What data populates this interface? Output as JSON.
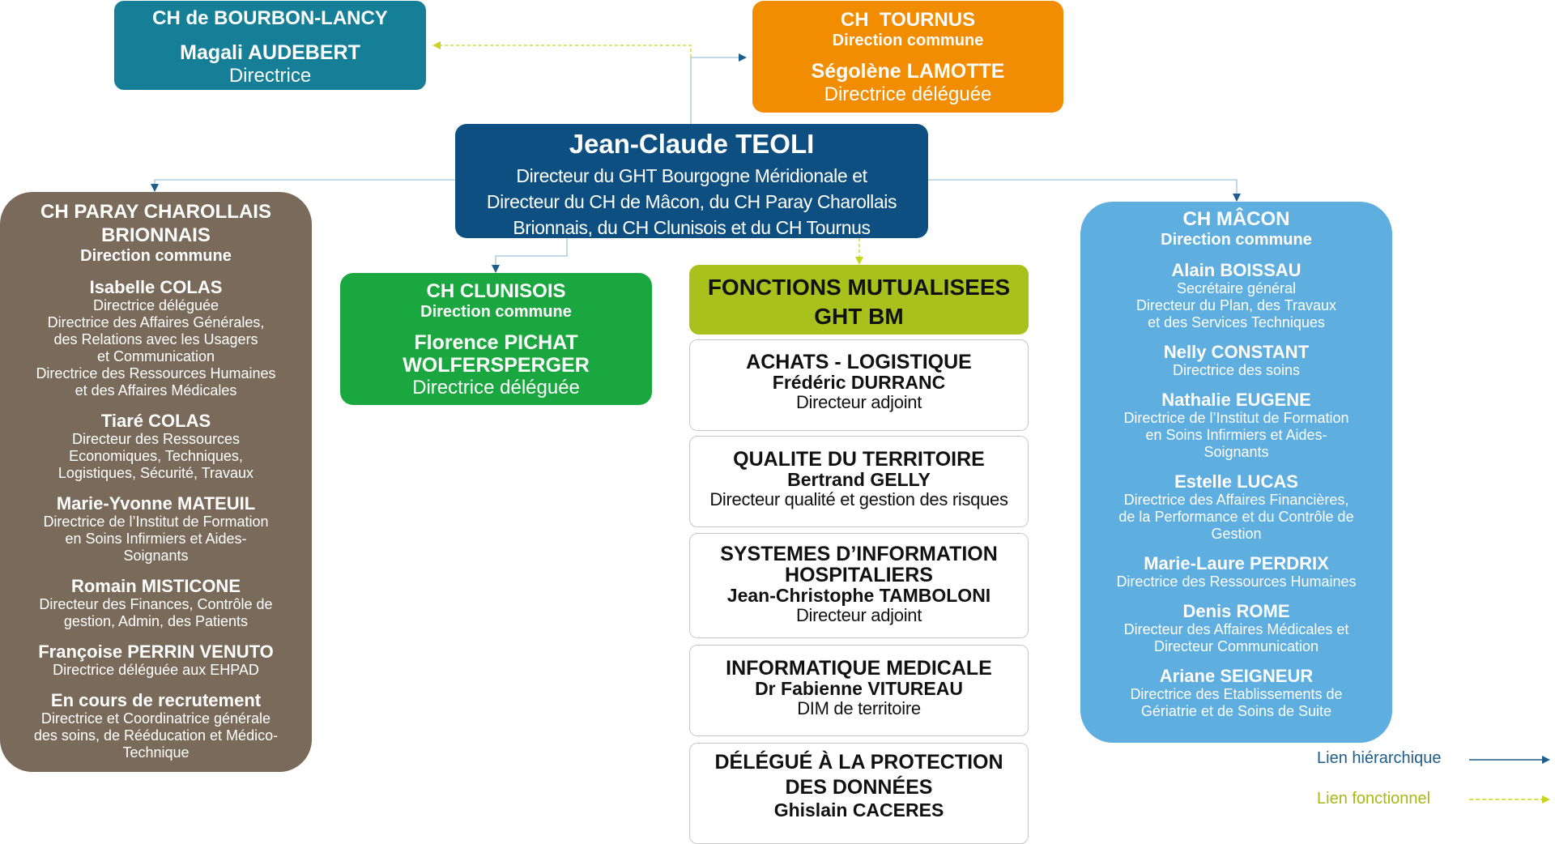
{
  "bourbon": {
    "title": "CH de BOURBON-LANCY",
    "name": "Magali AUDEBERT",
    "role": "Directrice"
  },
  "tournus": {
    "title": "CH  TOURNUS",
    "subtitle": "Direction commune",
    "name": "Ségolène LAMOTTE",
    "role": "Directrice déléguée"
  },
  "director": {
    "name": "Jean-Claude TEOLI",
    "lines": [
      "Directeur du GHT Bourgogne Méridionale et",
      "Directeur du CH de Mâcon, du CH Paray Charollais",
      "Brionnais, du CH Clunisois et du CH Tournus"
    ]
  },
  "paray": {
    "title_lines": [
      "CH PARAY CHAROLLAIS",
      "BRIONNAIS"
    ],
    "subtitle": "Direction commune",
    "people": [
      {
        "name": "Isabelle COLAS",
        "role_lines": [
          "Directrice déléguée",
          "Directrice des Affaires Générales,",
          "des Relations avec les Usagers",
          "et Communication",
          "Directrice des Ressources Humaines",
          "et des Affaires Médicales"
        ]
      },
      {
        "name": "Tiaré COLAS",
        "role_lines": [
          "Directeur des Ressources",
          "Economiques, Techniques,",
          "Logistiques, Sécurité, Travaux"
        ]
      },
      {
        "name": "Marie-Yvonne MATEUIL",
        "role_lines": [
          "Directrice de l’Institut de Formation",
          "en Soins Infirmiers et Aides-",
          "Soignants"
        ]
      },
      {
        "name": "Romain MISTICONE",
        "role_lines": [
          "Directeur des Finances, Contrôle de",
          "gestion, Admin, des Patients"
        ]
      },
      {
        "name": "Françoise PERRIN VENUTO",
        "role_lines": [
          "Directrice déléguée aux EHPAD"
        ]
      },
      {
        "name": "En cours de recrutement",
        "role_lines": [
          "Directrice et Coordinatrice générale",
          "des soins, de Rééducation et Médico-",
          "Technique"
        ]
      }
    ]
  },
  "clunisois": {
    "title": "CH CLUNISOIS",
    "subtitle": "Direction commune",
    "name_lines": [
      "Florence PICHAT",
      "WOLFERSPERGER"
    ],
    "role": "Directrice déléguée"
  },
  "fonctions": {
    "title_lines": [
      "FONCTIONS MUTUALISEES",
      "GHT BM"
    ],
    "items": [
      {
        "title_lines": [
          "ACHATS - LOGISTIQUE"
        ],
        "name": "Frédéric DURRANC",
        "role": "Directeur adjoint"
      },
      {
        "title_lines": [
          "QUALITE DU TERRITOIRE"
        ],
        "name": "Bertrand GELLY",
        "role": "Directeur qualité et gestion des risques"
      },
      {
        "title_lines": [
          "SYSTEMES D’INFORMATION",
          "HOSPITALIERS"
        ],
        "name": "Jean-Christophe TAMBOLONI",
        "role": "Directeur adjoint"
      },
      {
        "title_lines": [
          "INFORMATIQUE MEDICALE"
        ],
        "name": "Dr Fabienne VITUREAU",
        "role": "DIM de territoire"
      },
      {
        "title_lines": [
          "DÉLÉGUÉ À LA PROTECTION",
          "DES DONNÉES"
        ],
        "name": "Ghislain CACERES",
        "role": ""
      }
    ]
  },
  "macon": {
    "title": "CH MÂCON",
    "subtitle": "Direction commune",
    "people": [
      {
        "name": "Alain BOISSAU",
        "role_lines": [
          "Secrétaire général",
          "Directeur du Plan, des Travaux",
          "et des Services Techniques"
        ]
      },
      {
        "name": "Nelly CONSTANT",
        "role_lines": [
          "Directrice des soins"
        ]
      },
      {
        "name": "Nathalie EUGENE",
        "role_lines": [
          "Directrice de l’Institut de Formation",
          "en Soins Infirmiers et Aides-",
          "Soignants"
        ]
      },
      {
        "name": "Estelle LUCAS",
        "role_lines": [
          "Directrice des Affaires Financières,",
          "de la Performance et du Contrôle de",
          "Gestion"
        ]
      },
      {
        "name": "Marie-Laure PERDRIX",
        "role_lines": [
          "Directrice des Ressources Humaines"
        ]
      },
      {
        "name": "Denis ROME",
        "role_lines": [
          "Directeur des Affaires Médicales et",
          "Directeur Communication"
        ]
      },
      {
        "name": "Ariane SEIGNEUR",
        "role_lines": [
          "Directrice des Etablissements de",
          "Gériatrie et de Soins de Suite"
        ]
      }
    ]
  },
  "legend": {
    "hierarchical": "Lien hiérarchique",
    "functional": "Lien fonctionnel"
  },
  "colors": {
    "bourbon": "#167f98",
    "tournus": "#f28c00",
    "director": "#0d4f80",
    "paray": "#7a6a5a",
    "clunisois": "#1ba740",
    "fonctions": "#a9c11c",
    "macon": "#5eaee0",
    "hierarchical_link": "#1e5d8c",
    "functional_link": "#c8d41e"
  }
}
